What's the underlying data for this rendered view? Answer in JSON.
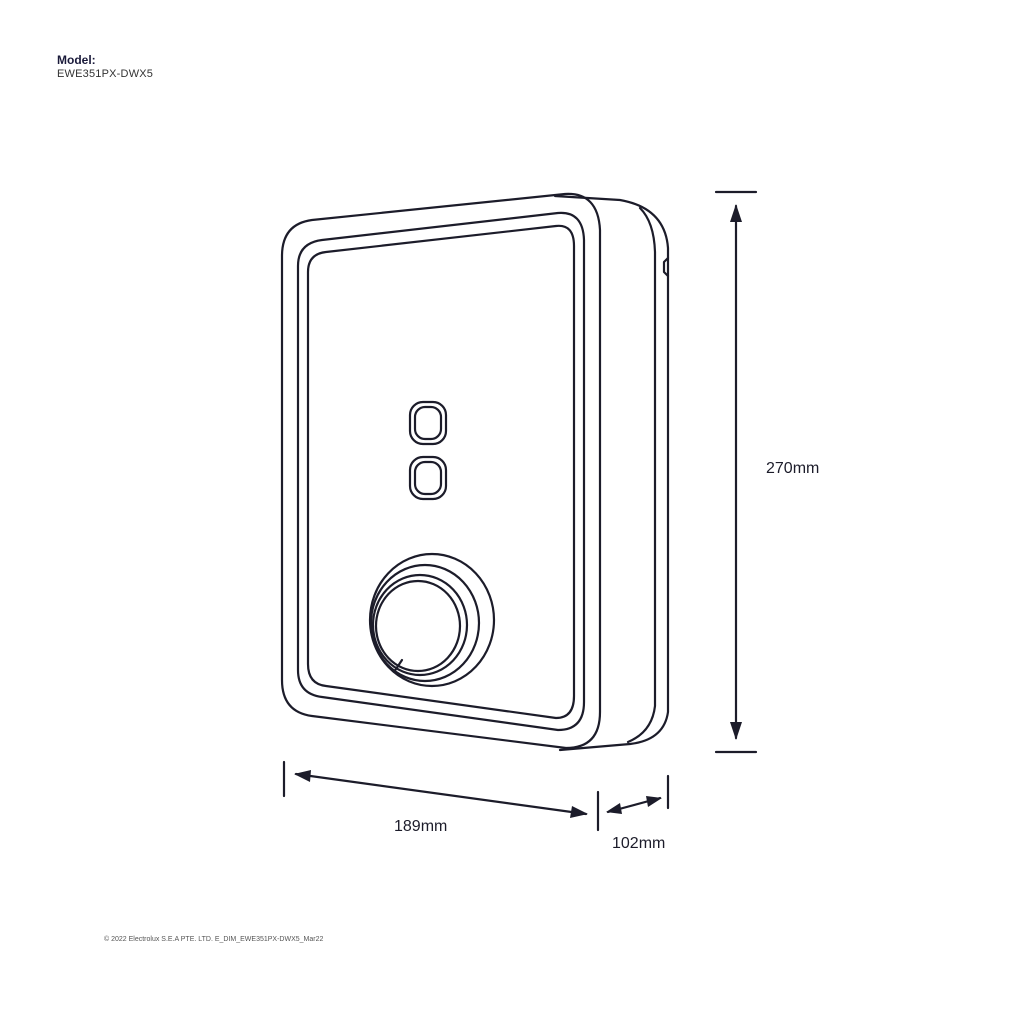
{
  "header": {
    "model_label": "Model:",
    "model_value": "EWE351PX-DWX5"
  },
  "dimensions": {
    "height": "270mm",
    "width": "189mm",
    "depth": "102mm"
  },
  "footer": {
    "copyright": "© 2022 Electrolux S.E.A PTE. LTD. E_DIM_EWE351PX-DWX5_Mar22"
  },
  "colors": {
    "line": "#1c1c2a",
    "background": "#ffffff"
  }
}
